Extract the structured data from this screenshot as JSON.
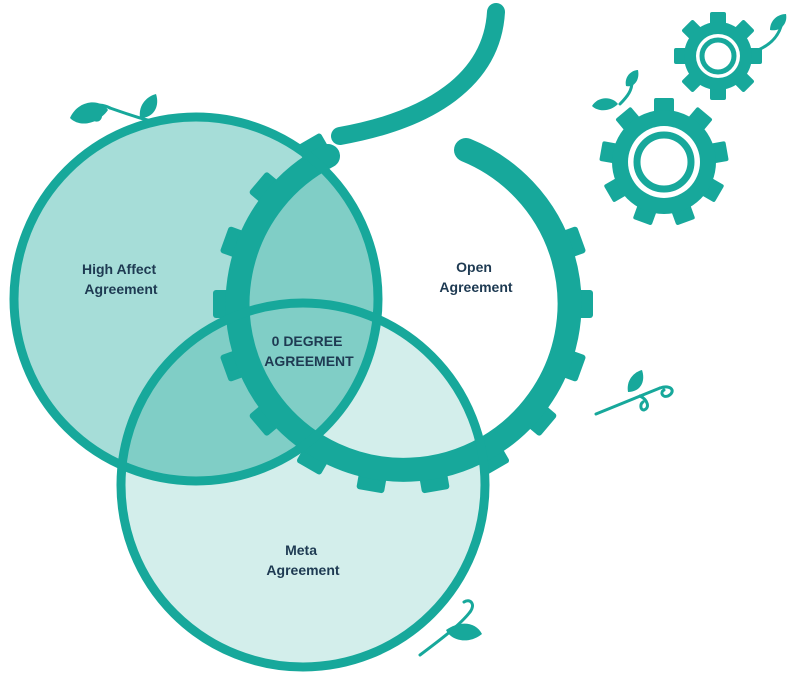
{
  "colors": {
    "teal": "#17a89b",
    "high_affect_fill": "#a6ddd8",
    "meta_fill": "#d3eeeb",
    "overlap_fill": "#80cec6",
    "label_text": "#1e3a52",
    "background": "#ffffff"
  },
  "labels": {
    "high_affect": [
      "High Affect",
      "Agreement"
    ],
    "open": [
      "Open",
      "Agreement"
    ],
    "zero_degree": [
      "0 DEGREE",
      "AGREEMENT"
    ],
    "meta": [
      "Meta",
      "Agreement"
    ]
  },
  "icons": [
    "gear-circle-icon",
    "twin-gears-icon",
    "vine-sprout-icon",
    "leaf-icon"
  ]
}
